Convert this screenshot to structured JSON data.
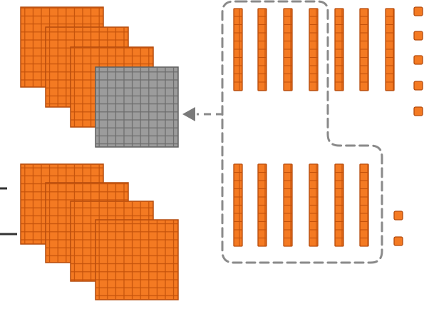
{
  "colors": {
    "block_fill": "#f47a22",
    "block_grid": "#c4520b",
    "block_edge": "#b44a0c",
    "highlight_fill": "#9c9c9c",
    "highlight_grid": "#6b6b6b",
    "dash": "#8a8a8a",
    "arrow": "#7a7a7a",
    "bracket": "#333333"
  },
  "diagram": {
    "top_group": {
      "hundreds": 4,
      "highlighted_flat": 4,
      "tens": 7,
      "ones": 5
    },
    "bottom_group": {
      "hundreds": 4,
      "tens": 6,
      "ones": 2
    },
    "grid_size": 10
  }
}
